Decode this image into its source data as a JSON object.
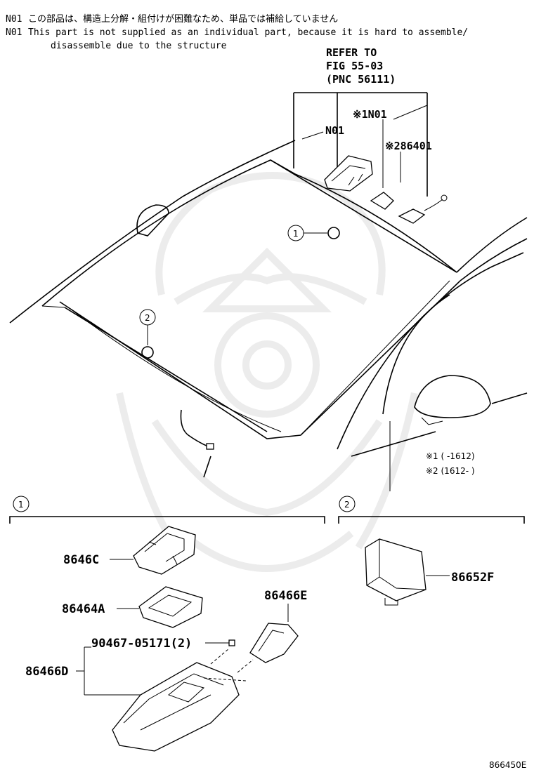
{
  "notes": [
    {
      "code": "N01",
      "text": "この部品は、構造上分解・組付けが困難なため、単品では補給していません"
    },
    {
      "code": "N01",
      "text": "This part is not supplied as an individual part,  because it is hard to assemble/"
    },
    {
      "code": "",
      "text": "disassemble due to the structure"
    }
  ],
  "refer": {
    "line1": "REFER TO",
    "line2": "FIG 55-03",
    "line3": "(PNC 56111)"
  },
  "callouts": {
    "n01_left": "N01",
    "n01_right": "※1N01",
    "p86401": "※286401"
  },
  "view_markers": {
    "one": "1",
    "two": "2"
  },
  "footnotes": {
    "fn1": "※1 (      -1612)",
    "fn2": "※2 (1612-       )"
  },
  "sections": {
    "s1": {
      "marker": "1"
    },
    "s2": {
      "marker": "2"
    }
  },
  "parts": {
    "p8646C": "8646C",
    "p86464A": "86464A",
    "p86466E": "86466E",
    "p90467": "90467-05171(2)",
    "p86466D": "86466D",
    "p86652F": "86652F"
  },
  "figure_id": "866450E"
}
